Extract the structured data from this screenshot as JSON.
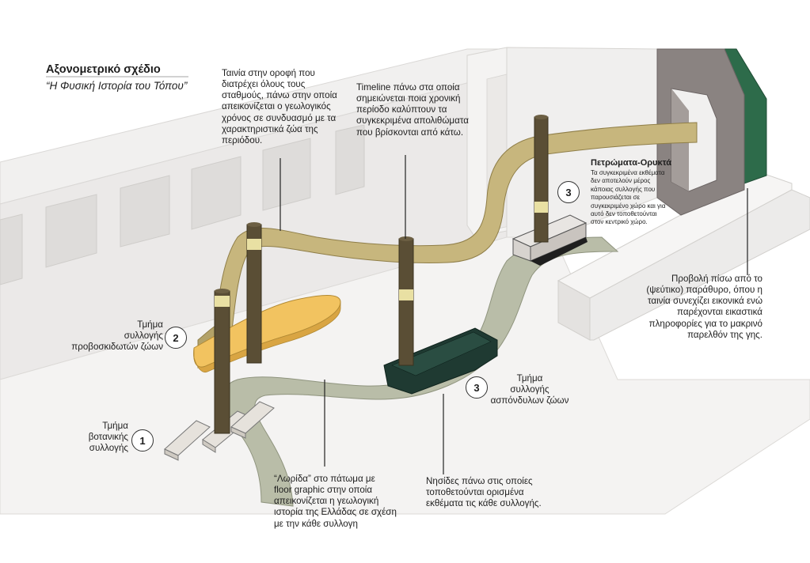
{
  "title": "Αξονομετρικό σχέδιο",
  "subtitle": "“Η Φυσική Ιστορία του Τόπου”",
  "annotations": {
    "ceiling_strip": "Ταινία στην οροφή που\nδιατρέχει όλους τους\nσταθμούς, πάνω στην οποία\nαπεικονίζεται ο γεωλογικός\nχρόνος σε συνδυασμό με τα\nχαρακτηριστικά ζώα της\nπεριόδου.",
    "timeline": "Timeline πάνω στα οποία\nσημειώνεται ποια χρονική\nπερίοδο καλύπτουν τα\nσυγκεκριμένα απολιθώματα\nπου βρίσκονται από κάτω.",
    "fossils_title": "Πετρώματα-Ορυκτά",
    "fossils_desc": "Τα συγκεκριμένα εκθέματα\nδεν αποτελούν μέρος\nκάποιας συλλογής που\nπαρουσιάζεται σε\nσυγκεκριμένο χώρο και για\nαυτό δεν τοποθετούνται\nστον κεντρικό χώρο.",
    "projection": "Προβολή πίσω από το\n(ψεύτικο) παράθυρο, όπου η\nταινία συνεχίζει εικονικά ενώ\nπαρέχονται εικαστικά\nπληροφορίες για το μακρινό\nπαρελθόν της γης.",
    "proboscidean": "Τμήμα\nσυλλογής\nπροβοσκιδωτών ζώων",
    "invertebrate": "Τμήμα\nσυλλογής\nασπόνδυλων ζώων",
    "botanical": "Τμήμα\nβοτανικής\nσυλλογής",
    "floor_strip": "“Λωρίδα” στο πάτωμα με\nfloor graphic στην οποία\nαπεικονίζεται η γεωλογική\nιστορία της Ελλάδας σε σχέση\nμε την κάθε συλλογη",
    "islands": "Νησίδες πάνω στις οποίες\nτοποθετούνται ορισμένα\nεκθέματα τις κάθε συλλογής."
  },
  "numbers": {
    "botanical": "1",
    "proboscidean": "2",
    "invertebrate": "3",
    "fossils": "3"
  },
  "colors": {
    "wall": "#ecebea",
    "floor": "#f3f2f1",
    "strip_ceiling": "#c7b67d",
    "strip_floor": "#b9bda8",
    "column": "#5a4e35",
    "column_band": "#e9e0a3",
    "platform_proboscidean": "#f2c360",
    "platform_invertebrate": "#1f3a32",
    "window_green": "#2d6b4a",
    "window_frame": "#8a8381"
  }
}
